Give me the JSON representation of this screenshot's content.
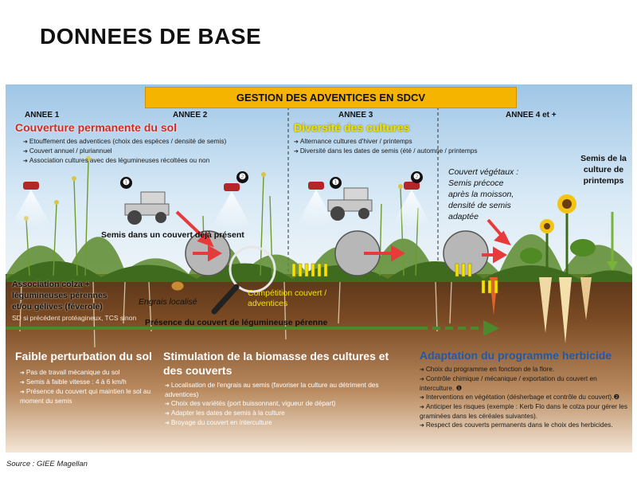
{
  "title": "DONNEES DE BASE",
  "banner": "GESTION DES ADVENTICES EN SDCV",
  "years": [
    "ANNEE 1",
    "ANNEE 2",
    "ANNEE 3",
    "ANNEE 4 et +"
  ],
  "couverture": {
    "title": "Couverture permanente du sol",
    "items": [
      "Etouffement des adventices (choix des espèces / densité de semis)",
      "Couvert annuel / pluriannuel",
      "Association cultures avec des légumineuses récoltées ou non"
    ]
  },
  "diversite": {
    "title": "Diversité des cultures",
    "items": [
      "Alternance cultures d'hiver / printemps",
      "Diversité dans les dates de semis (été / automne / printemps"
    ]
  },
  "numbers": [
    "❶",
    "❷",
    "❶",
    "❷"
  ],
  "couvert_vegetaux": [
    "Couvert végétaux :",
    "Semis précoce",
    "après la moisson,",
    "densité de semis",
    "adaptée"
  ],
  "semis_printemps": [
    "Semis de la",
    "culture de",
    "printemps"
  ],
  "semis_couvert": "Semis dans un couvert déjà présent",
  "association": [
    "Association colza +",
    "légumineuses pérennes",
    "et/ou gélives (féverole)"
  ],
  "association_note": "SD si précédent protéagineux, TCS sinon",
  "engrais": "Engrais localisé",
  "competition": [
    "Compétition couvert /",
    "adventices"
  ],
  "presence": "Présence du couvert de légumineuse pérenne",
  "faible": {
    "title": "Faible perturbation du sol",
    "items": [
      "Pas de travail mécanique du sol",
      "Semis à faible vitesse : 4 à 6 km/h",
      "Présence du couvert qui maintien le sol au moment du semis"
    ]
  },
  "stimulation": {
    "title": [
      "Stimulation de la biomasse des cultures et",
      "des couverts"
    ],
    "items": [
      "Localisation de l'engrais au semis (favoriser la culture au détriment des adventices)",
      "Choix des variétés (port buissonnant, vigueur de départ)",
      "Adapter les dates de semis à la culture",
      "Broyage du couvert en interculture"
    ]
  },
  "adaptation": {
    "title": "Adaptation du programme herbicide",
    "items": [
      "Choix du programme en fonction de la flore.",
      "Contrôle chimique / mécanique / exportation du couvert en interculture. ❶",
      "Interventions en végétation (désherbage et contrôle du couvert).❷",
      "Anticiper les risques (exemple : Kerb Flo dans le colza pour gérer les graminées dans les céréales suivantes).",
      "Respect des couverts permanents dans le choix des herbicides."
    ]
  },
  "source": "Source : GIEE Magellan"
}
